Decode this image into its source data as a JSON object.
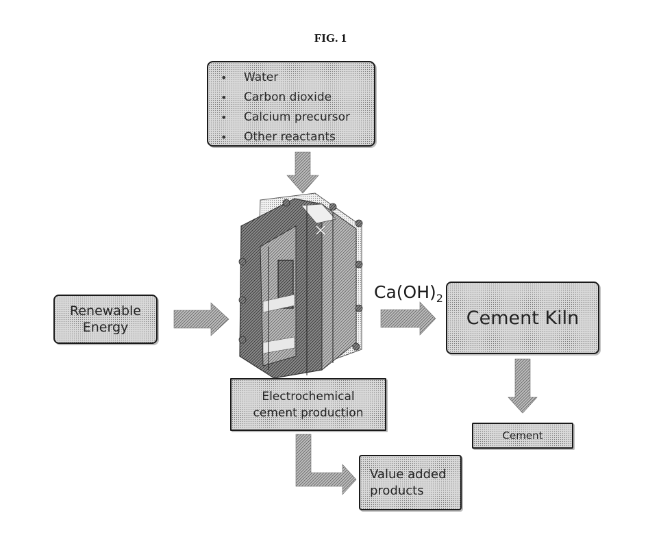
{
  "figure": {
    "title": "FIG. 1"
  },
  "reactants_box": {
    "items": [
      {
        "bullet": "•",
        "label": "Water"
      },
      {
        "bullet": "•",
        "label": "Carbon dioxide"
      },
      {
        "bullet": "•",
        "label": "Calcium precursor"
      },
      {
        "bullet": "•",
        "label": "Other reactants"
      }
    ]
  },
  "renewable_energy_box": {
    "line1": "Renewable",
    "line2": "Energy"
  },
  "electrochemical_cell": {
    "icon": "electrochemical-reactor-image"
  },
  "electrochemical_box": {
    "line1": "Electrochemical",
    "line2": "cement production"
  },
  "intermediate_label": {
    "base": "Ca(OH)",
    "subscript": "2"
  },
  "cement_kiln_box": {
    "label": "Cement Kiln"
  },
  "cement_box": {
    "label": "Cement"
  },
  "value_added_box": {
    "line1": "Value added",
    "line2": "products"
  },
  "colors": {
    "box_fill": "#d9d9d9",
    "box_border": "#1a1a1a",
    "arrow_fill": "#8c8c8c"
  }
}
